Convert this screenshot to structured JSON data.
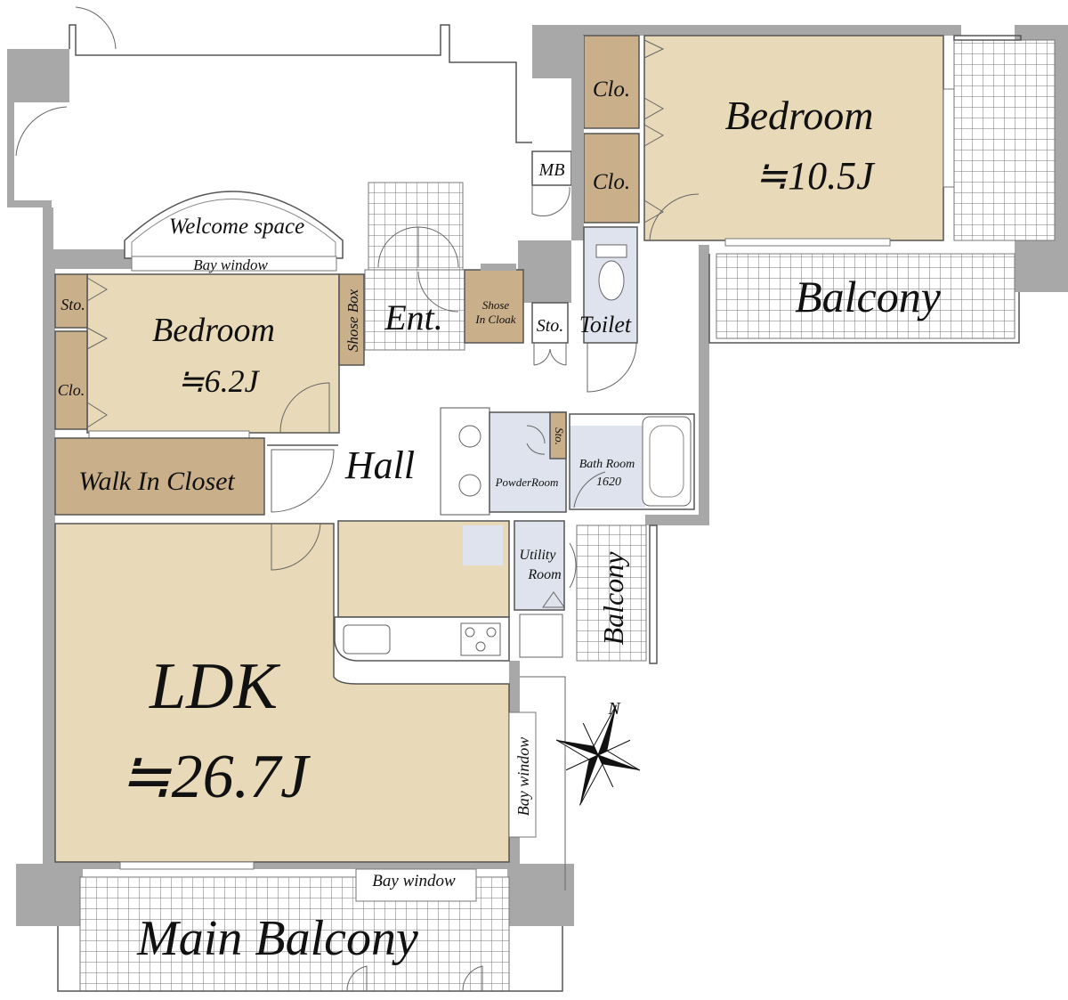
{
  "rooms": {
    "bedroom_large": {
      "name": "Bedroom",
      "size": "≒10.5J"
    },
    "bedroom_small": {
      "name": "Bedroom",
      "size": "≒6.2J"
    },
    "ldk": {
      "name": "LDK",
      "size": "≒26.7J"
    },
    "walk_in_closet": "Walk In Closet",
    "hall": "Hall",
    "entrance": "Ent.",
    "shoe_box": "Shose Box",
    "shoe_cloak_line1": "Shose",
    "shoe_cloak_line2": "In Cloak",
    "toilet": "Toilet",
    "storage": "Sto.",
    "storage_small": "Sto.",
    "powder_room": "PowderRoom",
    "bath_room_line1": "Bath Room",
    "bath_room_line2": "1620",
    "utility_line1": "Utility",
    "utility_line2": "Room",
    "closet": "Clo.",
    "meter_box": "MB",
    "welcome_space": "Welcome space",
    "bay_window": "Bay window",
    "balcony": "Balcony",
    "main_balcony": "Main Balcony"
  },
  "compass": {
    "label": "N"
  },
  "colors": {
    "room_fill": "#e8d9b8",
    "closet_fill": "#c9b08a",
    "wet_area_fill": "#dfe3ee",
    "wall_fill": "#a8a8a8"
  }
}
